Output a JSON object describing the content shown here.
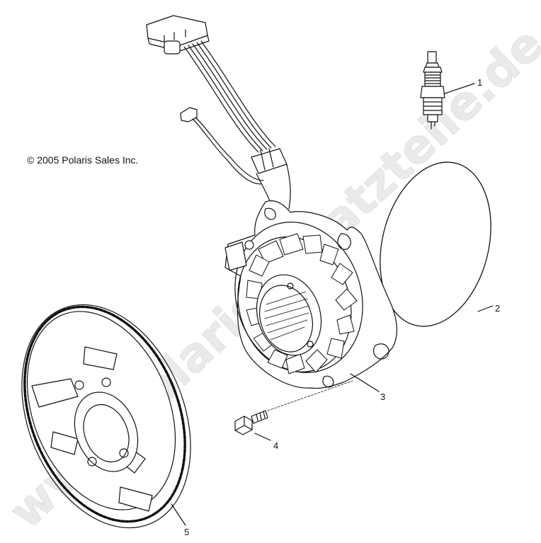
{
  "copyright": "© 2005 Polaris Sales Inc.",
  "watermark": "www.polaris-ersatzteile.de",
  "callouts": [
    {
      "number": "1",
      "part": "spark-plug"
    },
    {
      "number": "2",
      "part": "gasket"
    },
    {
      "number": "3",
      "part": "stator"
    },
    {
      "number": "4",
      "part": "bolt"
    },
    {
      "number": "5",
      "part": "flywheel"
    }
  ],
  "colors": {
    "line": "#111111",
    "watermark": "#e6e6e6"
  }
}
